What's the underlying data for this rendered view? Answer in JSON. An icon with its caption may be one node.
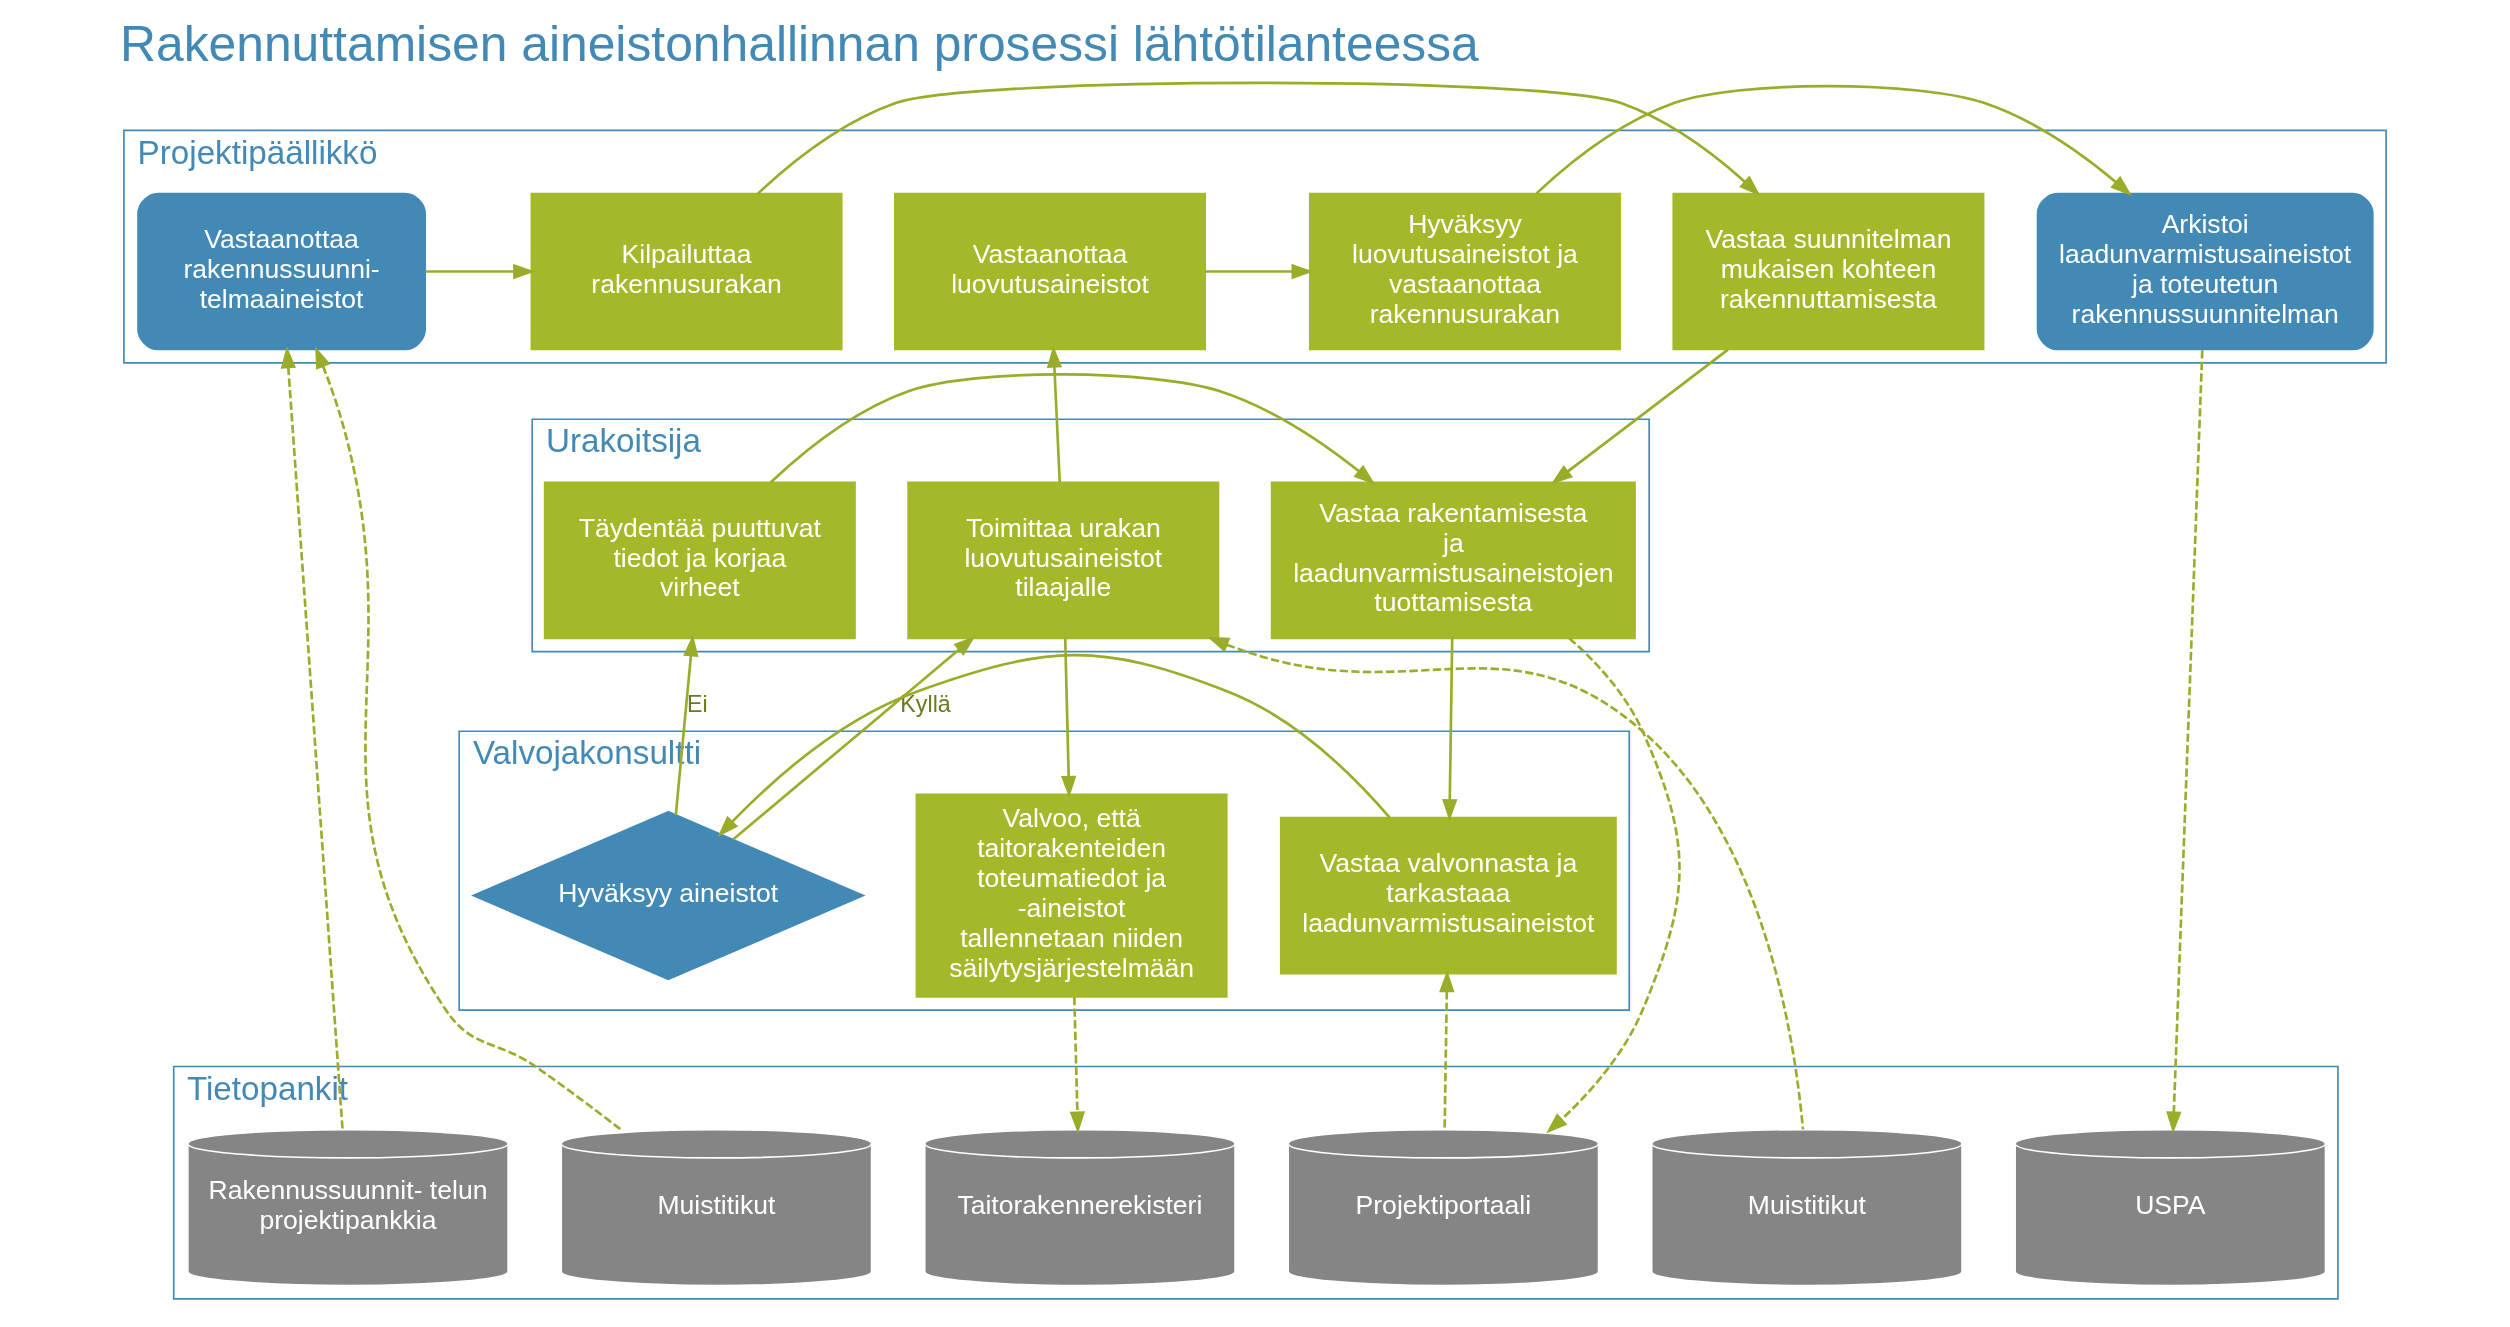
{
  "diagram": {
    "title": "Rakennuttamisen aineistonhallinnan prosessi lähtötilanteessa",
    "nodes": [
      {
        "text": [
          "Projektipäällikkö"
        ]
      },
      {
        "text": [
          "Vastaanottaa rakennussuunni- telmaaineistot"
        ],
        "in": 0
      },
      {
        "text": [
          "Kilpailuttaa rakennusurakan"
        ],
        "in": 0
      },
      {
        "text": [
          "Vastaa suunnitelman mukaisen kohteen rakennuttamisesta"
        ],
        "in": 0
      },
      {
        "text": [
          "Vastaanottaa luovutusaineistot"
        ],
        "in": 0
      },
      {
        "text": [
          "Hyväksyy luovutusaineistot ja vastaanottaa rakennusurakan"
        ],
        "in": 0
      },
      {
        "text": [
          "Arkistoi laadunvarmistusaineistot ja toteutetun rakennussuunnitelman"
        ],
        "in": 0
      },
      {
        "text": [
          "Urakoitsija"
        ]
      },
      {
        "text": [
          "Vastaa rakentamisesta ja laadunvarmistusaineistojen tuottamisesta"
        ],
        "in": 7
      },
      {
        "text": [
          "Täydentää puuttuvat tiedot ja korjaa virheet"
        ],
        "in": 7
      },
      {
        "text": [
          "Toimittaa urakan luovutusaineistot tilaajalle"
        ],
        "in": 7
      },
      {
        "text": [
          "Valvojakonsultti"
        ]
      },
      {
        "text": [
          "Vastaa valvonnasta ja tarkastaaa laadunvarmistusaineistot"
        ],
        "in": 11
      },
      {
        "text": [
          "Hyväksyy aineistot"
        ],
        "in": 11
      },
      {
        "text": [
          "Valvoo, että taitorakenteiden toteumatiedot ja -aineistot tallennetaan niiden säilytysjärjestelmään"
        ],
        "in": 11
      },
      {
        "text": [
          "Tietopankit"
        ]
      },
      {
        "text": [
          "Muistitikut"
        ],
        "in": 15
      },
      {
        "text": [
          "Rakennussuunnit- telun projektipankkia"
        ],
        "in": 15
      },
      {
        "text": [
          "Projektiportaali"
        ],
        "in": 15
      },
      {
        "text": [
          "Muistitikut"
        ],
        "in": 15
      },
      {
        "text": [
          "Taitorakennerekisteri"
        ],
        "in": 15
      },
      {
        "text": [
          "USPA"
        ],
        "in": 15
      }
    ],
    "edges": [
      {
        "from": 1,
        "to": 2,
        "arrow": "to"
      },
      {
        "from": 2,
        "to": 3,
        "arrow": "to"
      },
      {
        "from": 3,
        "to": 8,
        "arrow": "to"
      },
      {
        "from": 9,
        "to": 8,
        "arrow": "to"
      },
      {
        "from": 8,
        "to": 12,
        "arrow": "to"
      },
      {
        "from": 12,
        "to": 13,
        "arrow": "to"
      },
      {
        "from": 13,
        "to": 9,
        "arrow": "to",
        "label": "Ei"
      },
      {
        "from": 13,
        "to": 10,
        "arrow": "to",
        "label": "Kyllä"
      },
      {
        "from": 10,
        "to": 4,
        "arrow": "to"
      },
      {
        "from": 4,
        "to": 5,
        "arrow": "to"
      },
      {
        "from": 5,
        "to": 6,
        "arrow": "to"
      },
      {
        "from": 10,
        "to": 14,
        "arrow": "to"
      },
      {
        "from": 14,
        "to": 20,
        "arrow": "to",
        "style": "dashed"
      },
      {
        "from": 6,
        "to": 21,
        "arrow": "to",
        "style": "dashed"
      },
      {
        "from": 16,
        "to": 1,
        "arrow": "to",
        "style": "dashed"
      },
      {
        "from": 17,
        "to": 1,
        "arrow": "to",
        "style": "dashed"
      },
      {
        "from": 8,
        "to": 18,
        "arrow": "to",
        "style": "dashed"
      },
      {
        "from": 18,
        "to": 12,
        "arrow": "to",
        "style": "dashed"
      },
      {
        "from": 19,
        "to": 10,
        "arrow": "to",
        "style": "dashed"
      }
    ]
  }
}
